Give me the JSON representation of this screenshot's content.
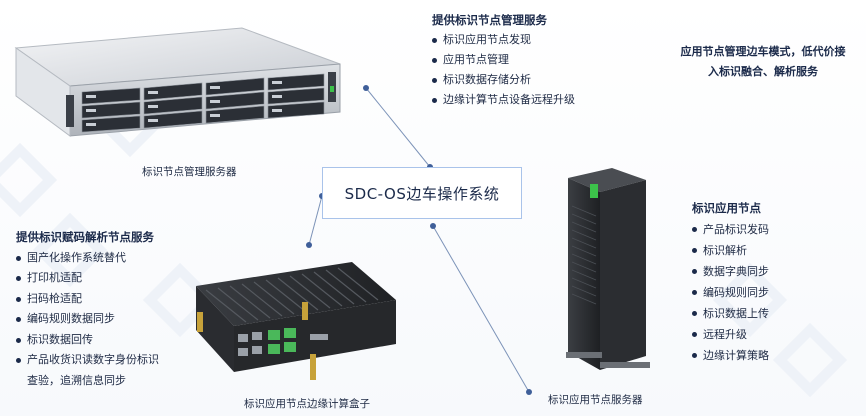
{
  "center": {
    "title": "SDC-OS边车操作系统"
  },
  "top_group": {
    "title": "提供标识节点管理服务",
    "items": [
      "标识应用节点发现",
      "应用节点管理",
      "标识数据存储分析",
      "边缘计算节点设备远程升级"
    ]
  },
  "right_note": {
    "lines": [
      "应用节点管理边车模式，低代价接",
      "入标识融合、解析服务"
    ]
  },
  "left_group": {
    "title": "提供标识赋码解析节点服务",
    "items": [
      "国产化操作系统替代",
      "打印机适配",
      "扫码枪适配",
      "编码规则数据同步",
      "标识数据回传",
      "产品收货识读数字身份标识",
      "查验，追溯信息同步"
    ]
  },
  "right_group": {
    "title": "标识应用节点",
    "items": [
      "产品标识发码",
      "标识解析",
      "数据字典同步",
      "编码规则同步",
      "标识数据上传",
      "远程升级",
      "边缘计算策略"
    ]
  },
  "captions": {
    "management_server": "标识节点管理服务器",
    "edge_box": "标识应用节点边缘计算盒子",
    "app_server": "标识应用节点服务器"
  },
  "colors": {
    "connector": "#7c93b8",
    "dot": "#3f5f99",
    "box_border": "#a9c3ea",
    "text": "#1b2a4a"
  }
}
